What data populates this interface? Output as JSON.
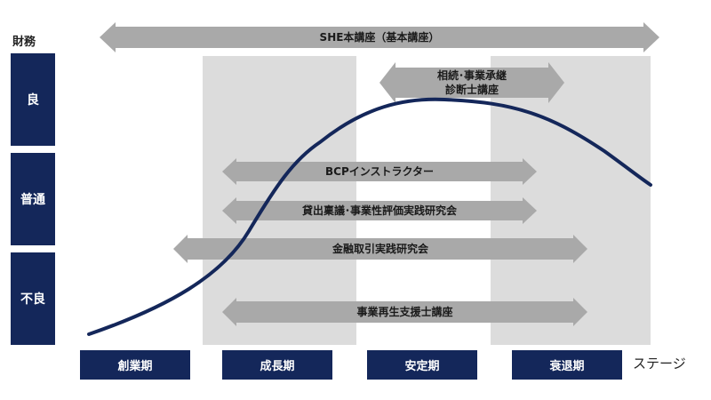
{
  "axis": {
    "vertical_title": "財務",
    "horizontal_title": "ステージ"
  },
  "levels": [
    "良",
    "普通",
    "不良"
  ],
  "stages": [
    "創業期",
    "成長期",
    "安定期",
    "衰退期"
  ],
  "programs": [
    {
      "name": "SHE本講座（基本講座）"
    },
    {
      "name": "相続･事業承継\n診断士講座"
    },
    {
      "name": "BCPインストラクター"
    },
    {
      "name": "貸出稟議･事業性評価実践研究会"
    },
    {
      "name": "金融取引実践研究会"
    },
    {
      "name": "事業再生支援士講座"
    }
  ],
  "colors": {
    "navy": "#14275a",
    "arrow_fill": "#a9a9a9",
    "band": "#dcdcdc",
    "curve": "#14275a"
  }
}
